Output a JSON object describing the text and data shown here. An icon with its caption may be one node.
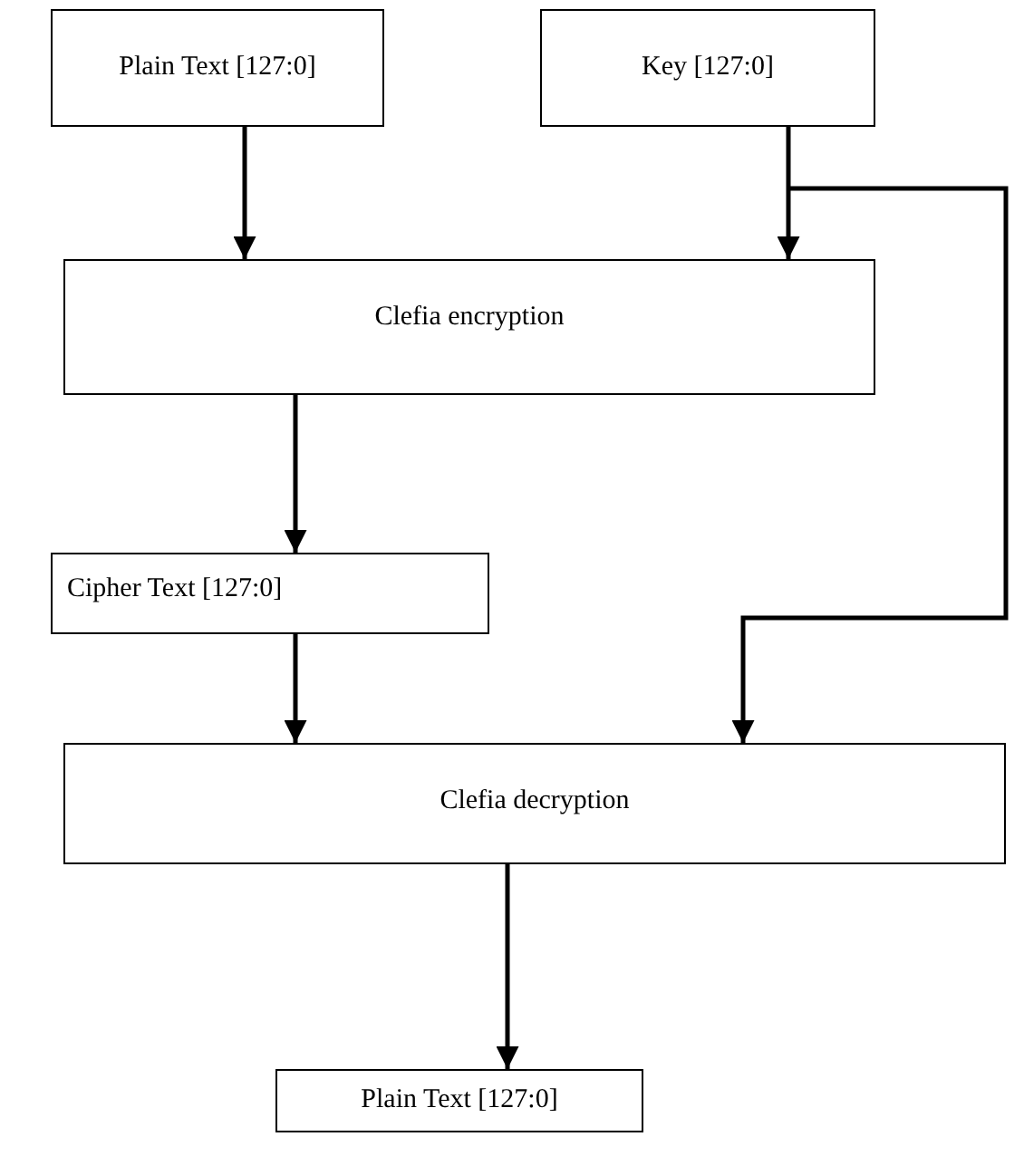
{
  "diagram": {
    "nodes": [
      {
        "text": [
          "Plain Text [127:0]"
        ]
      },
      {
        "text": [
          "Key [127:0]"
        ]
      },
      {
        "text": [
          "Clefia encryption"
        ]
      },
      {
        "text": [
          "Cipher Text [127:0]"
        ]
      },
      {
        "text": [
          "Clefia decryption"
        ]
      },
      {
        "text": [
          "Plain Text [127:0]"
        ]
      }
    ],
    "edges": [
      {
        "from": 0,
        "to": 2,
        "arrow": "to"
      },
      {
        "from": 1,
        "to": 2,
        "arrow": "to"
      },
      {
        "from": 1,
        "to": 4,
        "arrow": "to"
      },
      {
        "from": 2,
        "to": 3,
        "arrow": "to"
      },
      {
        "from": 3,
        "to": 4,
        "arrow": "to"
      },
      {
        "from": 4,
        "to": 5,
        "arrow": "to"
      }
    ]
  }
}
